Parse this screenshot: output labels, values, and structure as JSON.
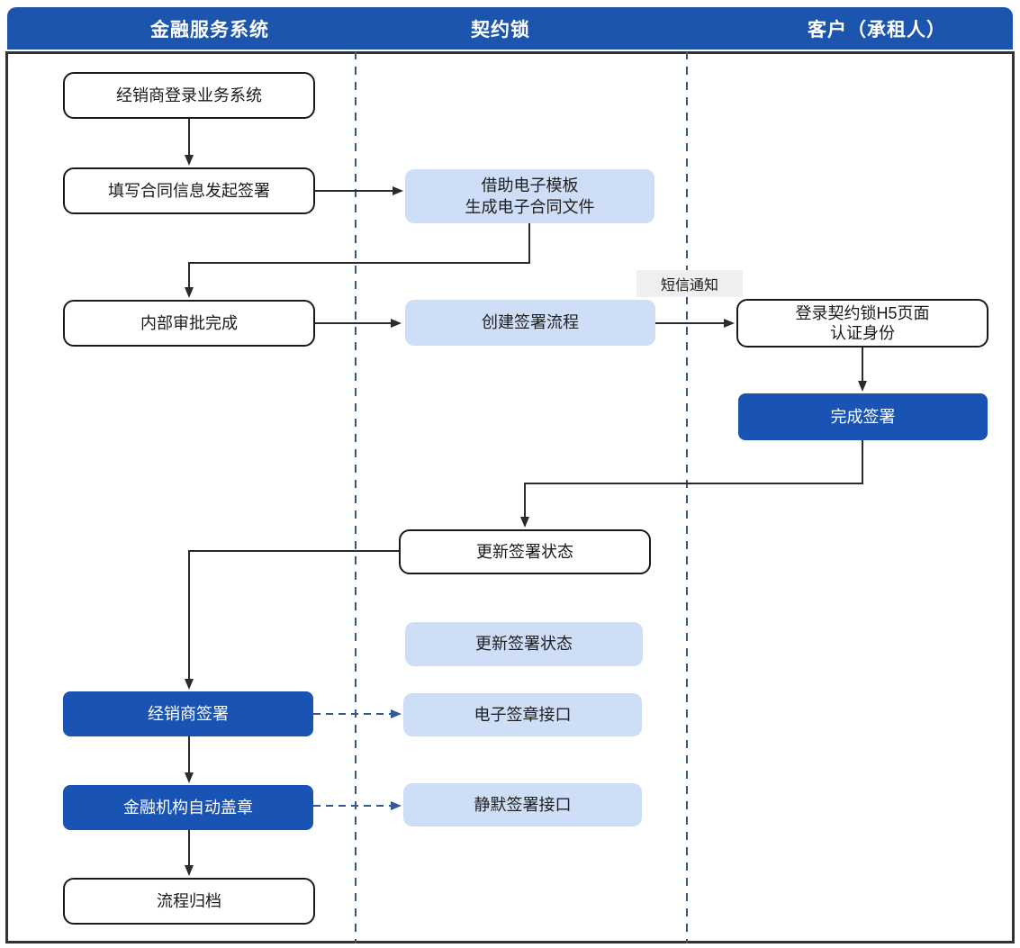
{
  "header": {
    "lanes": [
      {
        "label": "金融服务系统"
      },
      {
        "label": "契约锁"
      },
      {
        "label": "客户（承租人）"
      }
    ]
  },
  "nodes": {
    "dealer_login": {
      "label": "经销商登录业务系统"
    },
    "fill_contract": {
      "label": "填写合同信息发起签署"
    },
    "template_generate": {
      "lines": [
        "借助电子模板",
        "生成电子合同文件"
      ]
    },
    "internal_approval": {
      "label": "内部审批完成"
    },
    "create_flow": {
      "label": "创建签署流程"
    },
    "sms_notice": {
      "label": "短信通知"
    },
    "h5_login": {
      "lines": [
        "登录契约锁H5页面",
        "认证身份"
      ]
    },
    "complete_sign": {
      "label": "完成签署"
    },
    "update_status_white": {
      "label": "更新签署状态"
    },
    "update_status_blue": {
      "label": "更新签署状态"
    },
    "dealer_sign": {
      "label": "经销商签署"
    },
    "esign_api": {
      "label": "电子签章接口"
    },
    "auto_seal": {
      "label": "金融机构自动盖章"
    },
    "silent_api": {
      "label": "静默签署接口"
    },
    "archive": {
      "label": "流程归档"
    }
  },
  "colors": {
    "accent_blue": "#1c55ae",
    "box_blue": "#1953b4",
    "light_blue": "#cfdef7",
    "lane_divider": "#37587d",
    "connector_dark": "#2b2b2b",
    "dashed_blue": "#2f5a96",
    "sms_bg": "#efefef",
    "frame_border": "#333333"
  }
}
